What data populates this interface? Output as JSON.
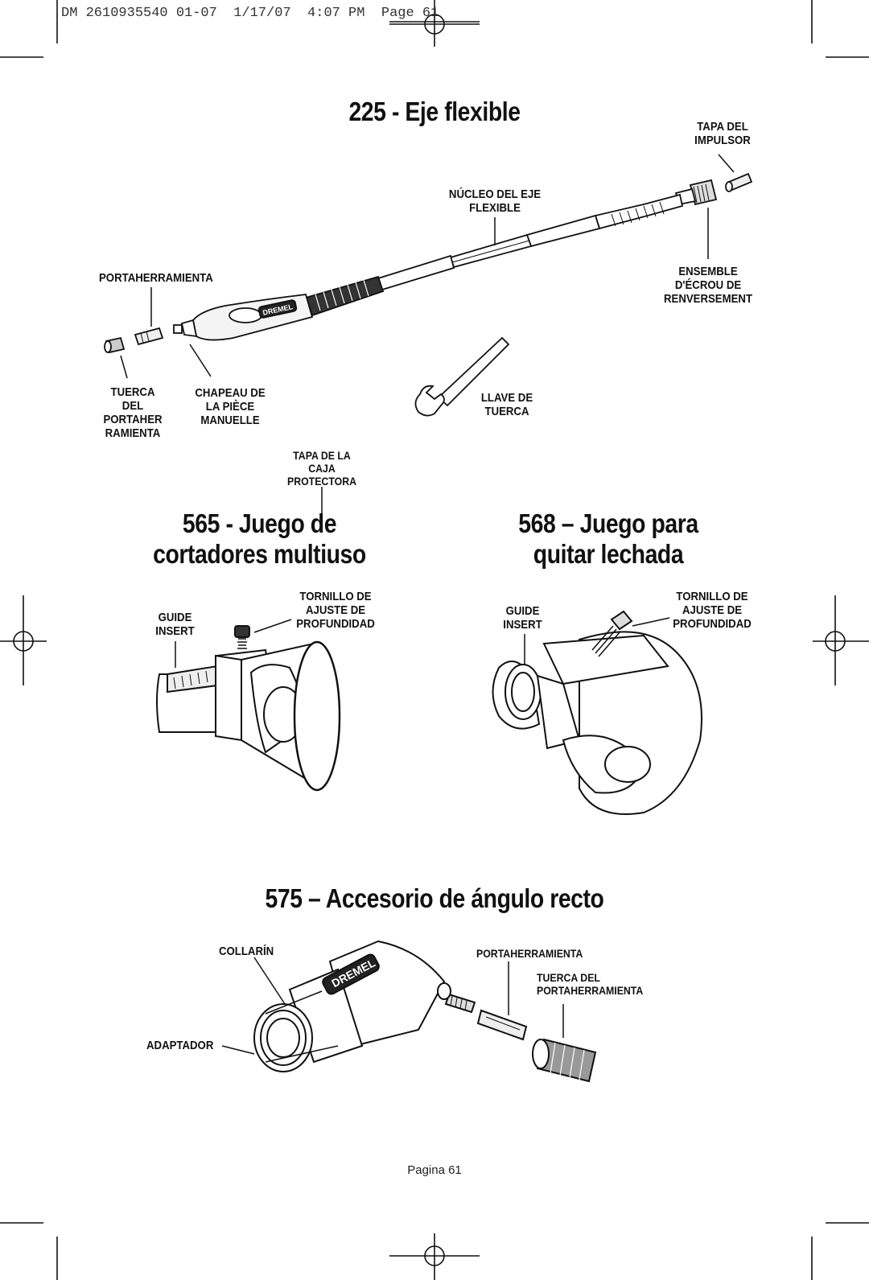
{
  "print_slug": "DM 2610935540 01-07  1/17/07  4:07 PM  Page 61",
  "section_225": {
    "title": "225 - Eje flexible",
    "labels": {
      "tapa_impulsor": "TAPA DEL\nIMPULSOR",
      "nucleo": "NÚCLEO DEL EJE\nFLEXIBLE",
      "portaherramienta": "PORTAHERRAMIENTA",
      "ensemble": "ENSEMBLE\nD'ÉCROU DE\nRENVERSEMENT",
      "tuerca_portaher": "TUERCA\nDEL\nPORTAHER\nRAMIENTA",
      "chapeau": "CHAPEAU DE\nLA PIÈCE\nMANUELLE",
      "llave": "LLAVE DE\nTUERCA",
      "tapa_caja": "TAPA DE LA\nCAJA\nPROTECTORA"
    },
    "brand": "DREMEL"
  },
  "section_565": {
    "title": "565 - Juego de\ncortadores multiuso",
    "labels": {
      "guide": "GUIDE\nINSERT",
      "tornillo": "TORNILLO DE\nAJUSTE DE\nPROFUNDIDAD"
    }
  },
  "section_568": {
    "title": "568 – Juego para\nquitar lechada",
    "labels": {
      "guide": "GUIDE\nINSERT",
      "tornillo": "TORNILLO DE\nAJUSTE DE\nPROFUNDIDAD"
    }
  },
  "section_575": {
    "title": "575 – Accesorio de ángulo recto",
    "labels": {
      "collarin": "COLLARÍN",
      "adaptador": "ADAPTADOR",
      "portaherramienta": "PORTAHERRAMIENTA",
      "tuerca": "TUERCA DEL\nPORTAHERRAMIENTA"
    },
    "brand": "DREMEL"
  },
  "footer": {
    "page_label": "Pagina 61"
  }
}
